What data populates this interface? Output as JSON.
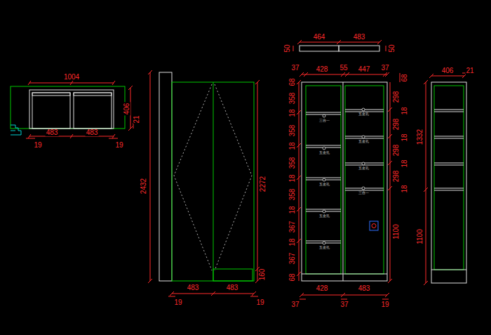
{
  "diagram": {
    "labels": [
      "1004",
      "406",
      "21",
      "483",
      "483",
      "19",
      "19",
      "2432",
      "2272",
      "160",
      "483",
      "483",
      "19",
      "19",
      "464",
      "483",
      "50",
      "50",
      "37",
      "428",
      "55",
      "447",
      "37",
      "68",
      "68",
      "358",
      "18",
      "358",
      "18",
      "358",
      "18",
      "358",
      "18",
      "367",
      "18",
      "367",
      "68",
      "298",
      "18",
      "298",
      "18",
      "298",
      "18",
      "298",
      "18",
      "1100",
      "428",
      "483",
      "37",
      "37",
      "19",
      "三合一",
      "五金孔",
      "五金孔",
      "五金孔",
      "五金孔",
      "五金孔",
      "五金孔",
      "五金孔",
      "三合一",
      "406",
      "21",
      "1332",
      "1100"
    ]
  }
}
